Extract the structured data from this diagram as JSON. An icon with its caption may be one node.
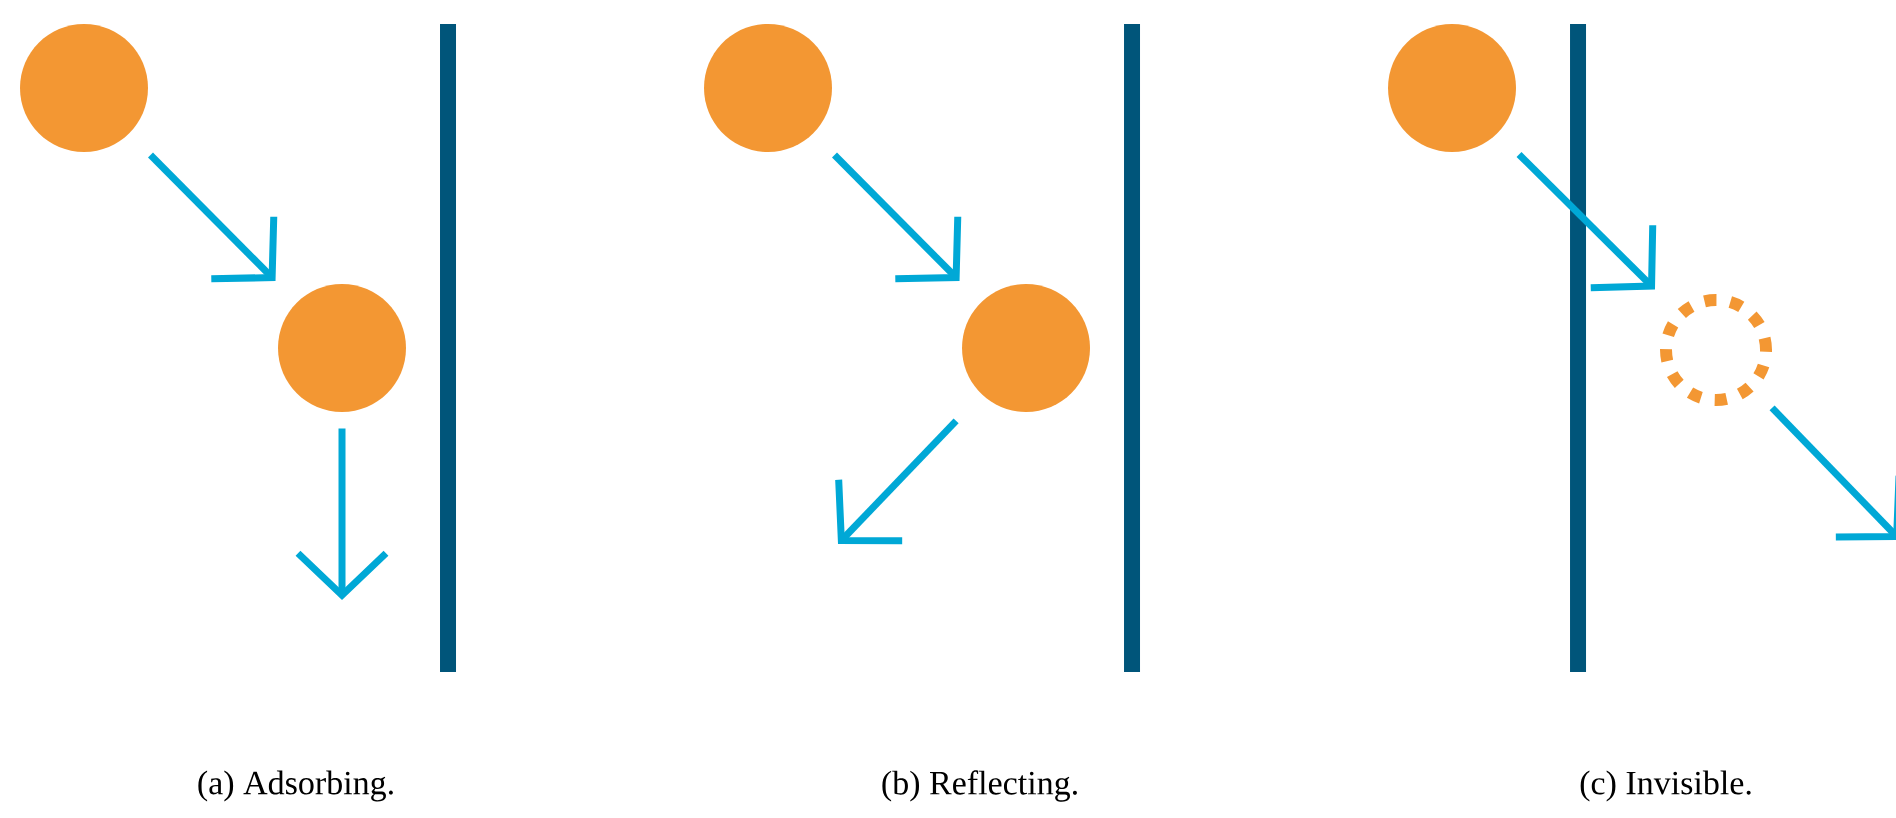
{
  "diagram": {
    "nodes": [
      {
        "text": [],
        "shape": "circle"
      },
      {
        "text": [],
        "shape": "circle"
      },
      {
        "text": [],
        "shape": "circle"
      },
      {
        "text": [],
        "shape": "circle"
      },
      {
        "text": [],
        "shape": "circle"
      },
      {
        "text": [],
        "shape": "circle"
      }
    ],
    "edges": [
      {
        "from": 0,
        "to": 1,
        "arrow": "to"
      },
      {
        "from": 1,
        "to": null,
        "arrow": "to"
      },
      {
        "from": 2,
        "to": 3,
        "arrow": "to"
      },
      {
        "from": 3,
        "to": null,
        "arrow": "to"
      },
      {
        "from": 4,
        "to": 5,
        "arrow": "to"
      },
      {
        "from": 5,
        "to": null,
        "arrow": "to"
      }
    ],
    "labels": [
      "(a) Adsorbing.",
      "(b) Reflecting.",
      "(c) Invisible."
    ]
  }
}
